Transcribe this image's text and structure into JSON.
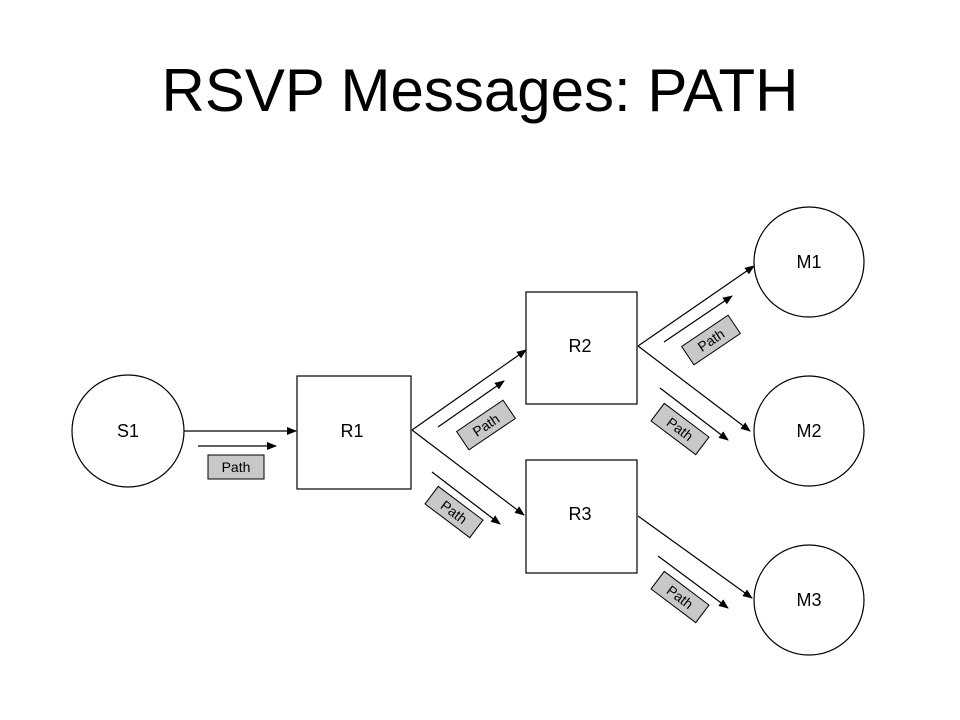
{
  "slide": {
    "title": "RSVP Messages: PATH"
  },
  "nodes": {
    "S1": "S1",
    "R1": "R1",
    "R2": "R2",
    "R3": "R3",
    "M1": "M1",
    "M2": "M2",
    "M3": "M3"
  },
  "message": {
    "label": "Path",
    "tag_fill": "#c8c8c8"
  },
  "links": [
    {
      "from": "S1",
      "to": "R1"
    },
    {
      "from": "R1",
      "to": "R2"
    },
    {
      "from": "R1",
      "to": "R3"
    },
    {
      "from": "R2",
      "to": "M1"
    },
    {
      "from": "R2",
      "to": "M2"
    },
    {
      "from": "R3",
      "to": "M3"
    }
  ]
}
